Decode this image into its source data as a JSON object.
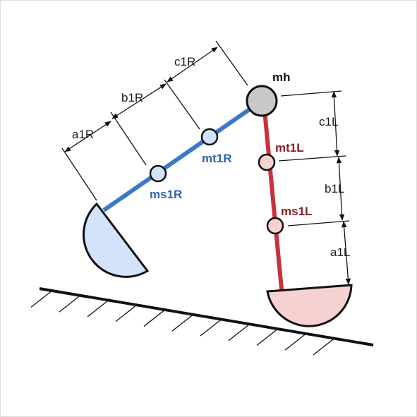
{
  "labels": {
    "hip_mass": "mh",
    "right_thigh_mass": "mt1R",
    "right_shank_mass": "ms1R",
    "left_thigh_mass": "mt1L",
    "left_shank_mass": "ms1L",
    "dim_a1R": "a1R",
    "dim_b1R": "b1R",
    "dim_c1R": "c1R",
    "dim_a1L": "a1L",
    "dim_b1L": "b1L",
    "dim_c1L": "c1L"
  },
  "colors": {
    "right_leg": "#3a78c8",
    "right_label": "#2f65b0",
    "right_fill": "#d2e3fb",
    "left_leg": "#c8323a",
    "left_label": "#8a1f24",
    "left_fill": "#f6d1d1",
    "hip_fill": "#c8c8c8",
    "ground": "#111111"
  }
}
